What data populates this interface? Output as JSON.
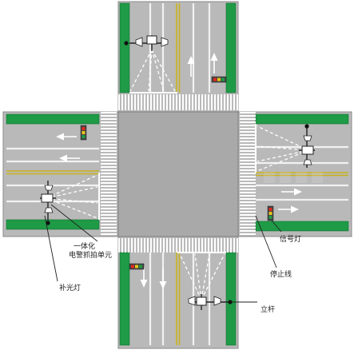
{
  "labels": {
    "camera_unit_line1": "一体化",
    "camera_unit_line2": "电警抓拍单元",
    "fill_light": "补光灯",
    "signal_light": "信号灯",
    "stop_line": "停止线",
    "pole": "立杆"
  },
  "colors": {
    "road": "#b9b9b9",
    "road_edge": "#8a8a8a",
    "green_belt": "#1f9a46",
    "center_line": "#c9b21c",
    "lane_line": "#f2f2f2",
    "crosswalk": "#ffffff",
    "intersection": "#a9a9a9",
    "arrow": "#ffffff",
    "signal_red": "#e0281e",
    "signal_yellow": "#e6c51a",
    "signal_green": "#1f9a46",
    "camera_body": "#ffffff",
    "dash_line": "#ffffff",
    "pole": "#111111"
  }
}
